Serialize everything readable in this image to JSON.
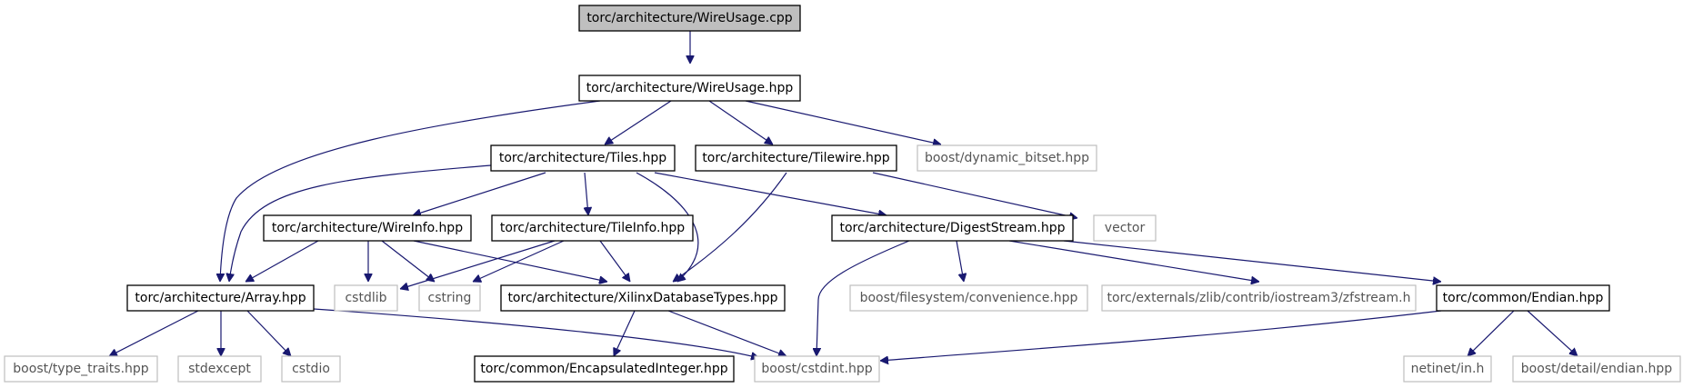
{
  "nodes": {
    "wireusage_cpp": "torc/architecture/WireUsage.cpp",
    "wireusage_hpp": "torc/architecture/WireUsage.hpp",
    "tiles_hpp": "torc/architecture/Tiles.hpp",
    "tilewire_hpp": "torc/architecture/Tilewire.hpp",
    "dynamic_bitset": "boost/dynamic_bitset.hpp",
    "wireinfo_hpp": "torc/architecture/WireInfo.hpp",
    "tileinfo_hpp": "torc/architecture/TileInfo.hpp",
    "digeststream_hpp": "torc/architecture/DigestStream.hpp",
    "vector": "vector",
    "array_hpp": "torc/architecture/Array.hpp",
    "cstdlib": "cstdlib",
    "cstring": "cstring",
    "xilinxdb_hpp": "torc/architecture/XilinxDatabaseTypes.hpp",
    "fs_convenience": "boost/filesystem/convenience.hpp",
    "zfstream": "torc/externals/zlib/contrib/iostream3/zfstream.h",
    "endian_hpp": "torc/common/Endian.hpp",
    "type_traits": "boost/type_traits.hpp",
    "stdexcept": "stdexcept",
    "cstdio": "cstdio",
    "encapsulated_int": "torc/common/EncapsulatedInteger.hpp",
    "cstdint": "boost/cstdint.hpp",
    "netinet_in": "netinet/in.h",
    "detail_endian": "boost/detail/endian.hpp"
  },
  "colors": {
    "edge": "#191970",
    "root_fill": "#bfbfbf",
    "external_border": "#bfbfbf",
    "internal_border": "#000000"
  }
}
